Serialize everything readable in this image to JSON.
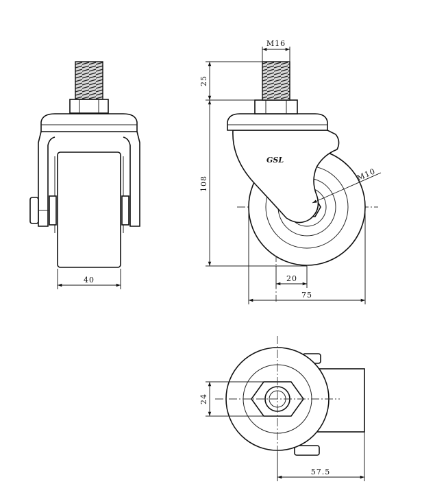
{
  "dimensions": {
    "thread_size": "M16",
    "thread_height": "25",
    "overall_height": "108",
    "bolt_size": "M10",
    "wheel_width": "40",
    "swivel_offset": "20",
    "wheel_diameter": "75",
    "hex_size": "24",
    "footprint_length": "57.5"
  },
  "logo": "GSL"
}
